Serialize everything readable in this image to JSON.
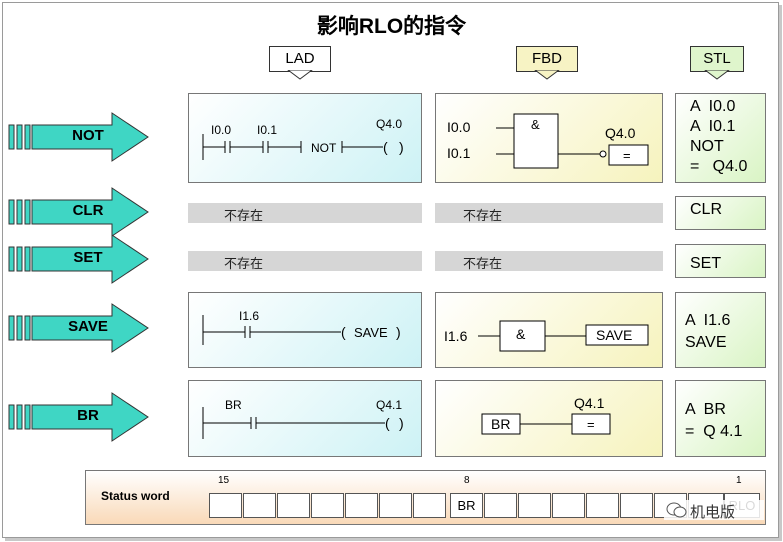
{
  "title": "影响RLO的指令",
  "headers": {
    "lad": "LAD",
    "fbd": "FBD",
    "stl": "STL"
  },
  "rows": [
    {
      "name": "NOT",
      "lad": {
        "contact1": "I0.0",
        "contact2": "I0.1",
        "not_label": "NOT",
        "coil": "Q4.0"
      },
      "fbd": {
        "in1": "I0.0",
        "in2": "I0.1",
        "gate": "&",
        "out": "Q4.0",
        "assign": "="
      },
      "stl": "A  I0.0\nA  I0.1\nNOT\n=   Q4.0"
    },
    {
      "name": "CLR",
      "lad_text": "不存在",
      "fbd_text": "不存在",
      "stl": "CLR"
    },
    {
      "name": "SET",
      "lad_text": "不存在",
      "fbd_text": "不存在",
      "stl": "SET"
    },
    {
      "name": "SAVE",
      "lad": {
        "contact": "I1.6",
        "coil": "SAVE"
      },
      "fbd": {
        "in": "I1.6",
        "gate": "&",
        "out": "SAVE"
      },
      "stl": "A  I1.6\nSAVE"
    },
    {
      "name": "BR",
      "lad": {
        "contact": "BR",
        "coil": "Q4.1"
      },
      "fbd": {
        "in": "BR",
        "out": "Q4.1",
        "assign": "="
      },
      "stl": "A  BR\n=  Q 4.1"
    }
  ],
  "status_word": {
    "label": "Status word",
    "bit_high": "15",
    "bit_mid": "8",
    "bit_low": "1",
    "br_cell": "BR",
    "last_cell": "RLO"
  },
  "watermark": "机电版",
  "colors": {
    "arrow": "#3fd6c4",
    "lad_panel": "#cdf2f5",
    "fbd_panel": "#f6f3bd",
    "stl_panel": "#d9f4c4",
    "status_bar": "#f9d9b8"
  }
}
